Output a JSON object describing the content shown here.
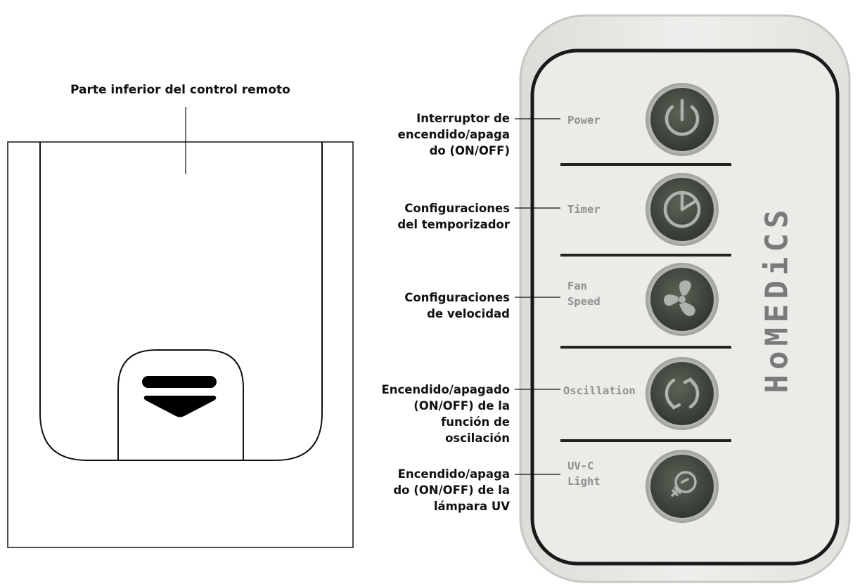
{
  "remote_bottom": {
    "caption": "Parte inferior del control remoto"
  },
  "remote": {
    "brand": "HoMEDiCS",
    "buttons": [
      {
        "label_lines": [
          "Power"
        ],
        "icon": "power-icon",
        "callout_lines": [
          "Interruptor de",
          "encendido/apaga",
          "do (ON/OFF)"
        ]
      },
      {
        "label_lines": [
          "Timer"
        ],
        "icon": "timer-icon",
        "callout_lines": [
          "Configuraciones",
          "del temporizador"
        ]
      },
      {
        "label_lines": [
          "Fan",
          "Speed"
        ],
        "icon": "fan-icon",
        "callout_lines": [
          "Configuraciones",
          "de velocidad"
        ]
      },
      {
        "label_lines": [
          "Oscillation"
        ],
        "icon": "oscillation-icon",
        "callout_lines": [
          "Encendido/apagado",
          "(ON/OFF) de la",
          "función de",
          "oscilación"
        ]
      },
      {
        "label_lines": [
          "UV-C",
          "Light"
        ],
        "icon": "bulb-icon",
        "callout_lines": [
          "Encendido/apaga",
          "do (ON/OFF) de la",
          "lámpara UV"
        ]
      }
    ]
  },
  "colors": {
    "remote_body": "#e9e9e6",
    "button": "#4b5349",
    "label": "#8e8e8e"
  }
}
